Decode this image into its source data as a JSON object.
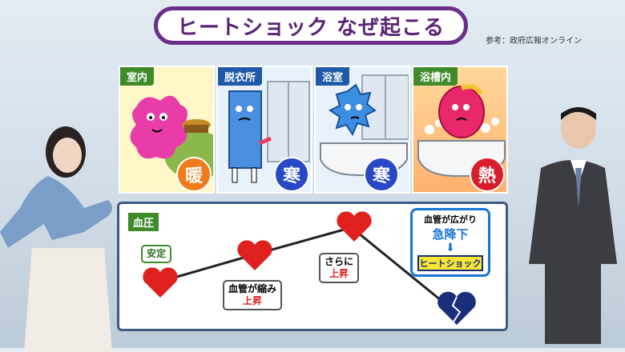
{
  "title": "ヒートショック なぜ起こる",
  "source": "参考：政府広報オンライン",
  "panels": [
    {
      "label": "室内",
      "badge": "暖",
      "label_color": "#3f8b2a",
      "badge_color": "#f07b1a"
    },
    {
      "label": "脱衣所",
      "badge": "寒",
      "label_color": "#1e5aa8",
      "badge_color": "#2848c8"
    },
    {
      "label": "浴室",
      "badge": "寒",
      "label_color": "#1e5aa8",
      "badge_color": "#2848c8"
    },
    {
      "label": "浴槽内",
      "badge": "熱",
      "label_color": "#3f8b2a",
      "badge_color": "#d81e2c"
    }
  ],
  "bp": {
    "label": "血圧",
    "stable": "安定",
    "constrict_1": "血管が縮み",
    "constrict_2": "上昇",
    "further_1": "さらに",
    "further_2": "上昇",
    "widen_1": "血管が広がり",
    "widen_2": "急降下",
    "arrow": "⬇",
    "result": "ヒートショック"
  },
  "colors": {
    "title_border": "#6a2f8a",
    "heart": "#e0201e",
    "broken_heart": "#1a2e7a",
    "bp_border": "#3d5a80"
  }
}
